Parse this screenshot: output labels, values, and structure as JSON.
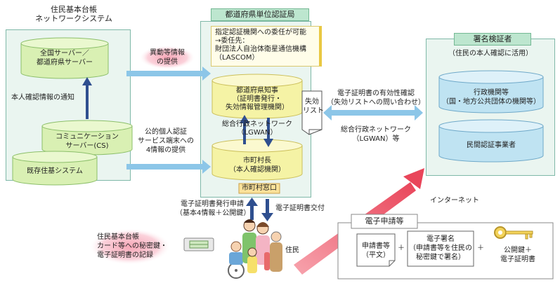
{
  "left_panel": {
    "title_line1": "住民基本台帳",
    "title_line2": "ネットワークシステム",
    "server_line1": "全国サーバー／",
    "server_line2": "都道府県サーバー",
    "notify_label": "本人確認情報の通知",
    "cs_line1": "コミュニケーション",
    "cs_line2": "サーバー(CS)",
    "existing_system": "既存住基システム"
  },
  "center_panel": {
    "title": "都道府県単位認証局",
    "note_line1": "指定認証機関への委任が可能",
    "note_line2": "→委任先：",
    "note_line3": "財団法人自治体衛星通信機構",
    "note_line4": "（LASCOM）",
    "governor_line1": "都道府県知事",
    "governor_line2": "（証明書発行・",
    "governor_line3": "失効情報管理機関）",
    "revocation_list_line1": "失効",
    "revocation_list_line2": "リスト",
    "lgwan_line1": "総合行政ネットワーク",
    "lgwan_line2": "（LGWAN）",
    "mayor_line1": "市町村長",
    "mayor_line2": "（本人確認機関）",
    "counter": "市町村窓口"
  },
  "flows": {
    "diff_info_line1": "異動等情報",
    "diff_info_line2": "の提供",
    "terminal_line1": "公的個人認証",
    "terminal_line2": "サービス端末への",
    "terminal_line3": "4情報の提供",
    "validity_line1": "電子証明書の有効性確認",
    "validity_line2": "（失効リストへの問い合わせ）",
    "lgwan_etc_line1": "総合行政ネットワーク",
    "lgwan_etc_line2": "（LGWAN）等",
    "apply_line1": "電子証明書発行申請",
    "apply_line2": "（基本4情報＋公開鍵）",
    "issue": "電子証明書交付",
    "internet": "インターネット"
  },
  "right_panel": {
    "title": "署名検証者",
    "subtitle": "（住民の本人確認に活用）",
    "gov_line1": "行政機関等",
    "gov_line2": "（国・地方公共団体の機関等）",
    "private": "民間認証事業者"
  },
  "residents": {
    "card_line1": "住民基本台帳",
    "card_line2": "カード等への秘密鍵・",
    "card_line3": "電子証明書の記録",
    "label": "住民"
  },
  "application": {
    "title": "電子申請等",
    "doc_line1": "申請書等",
    "doc_line2": "（平文）",
    "plus1": "＋",
    "sig_line1": "電子署名",
    "sig_line2": "（申請書等を住民の",
    "sig_line3": "秘密鍵で署名）",
    "plus2": "＋",
    "key_line1": "公開鍵＋",
    "key_line2": "電子証明書"
  },
  "colors": {
    "panel_bg": "#eaf5f0",
    "header_bg": "#bde6cf",
    "cylinder_green": "#d9f0b3",
    "cylinder_yellow": "#f5f3a5",
    "cylinder_blue": "#bfe3f2",
    "arrow_blue": "#8cc6e8",
    "arrow_red": "#ef6f7d",
    "arrow_dark": "#2f4f8f"
  }
}
